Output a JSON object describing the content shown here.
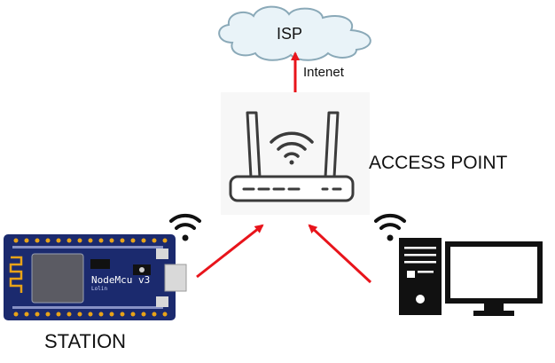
{
  "isp": {
    "label": "ISP"
  },
  "uplink": {
    "label": "Intenet"
  },
  "access_point": {
    "label": "ACCESS POINT"
  },
  "station": {
    "label": "STATION",
    "board_name": "NodeMcu v3",
    "board_vendor": "Lolin"
  },
  "colors": {
    "arrow": "#e8141b",
    "cloud_fill": "#e9f3f8",
    "cloud_stroke": "#8aa9b8",
    "board": "#1b2a6e",
    "pin": "#e8a318",
    "router": "#3b3b3b"
  },
  "icons": {
    "isp": "cloud-icon",
    "access_point": "wifi-router-icon",
    "station": "nodemcu-board-icon",
    "client": "desktop-computer-icon",
    "signal": "wifi-signal-icon"
  }
}
